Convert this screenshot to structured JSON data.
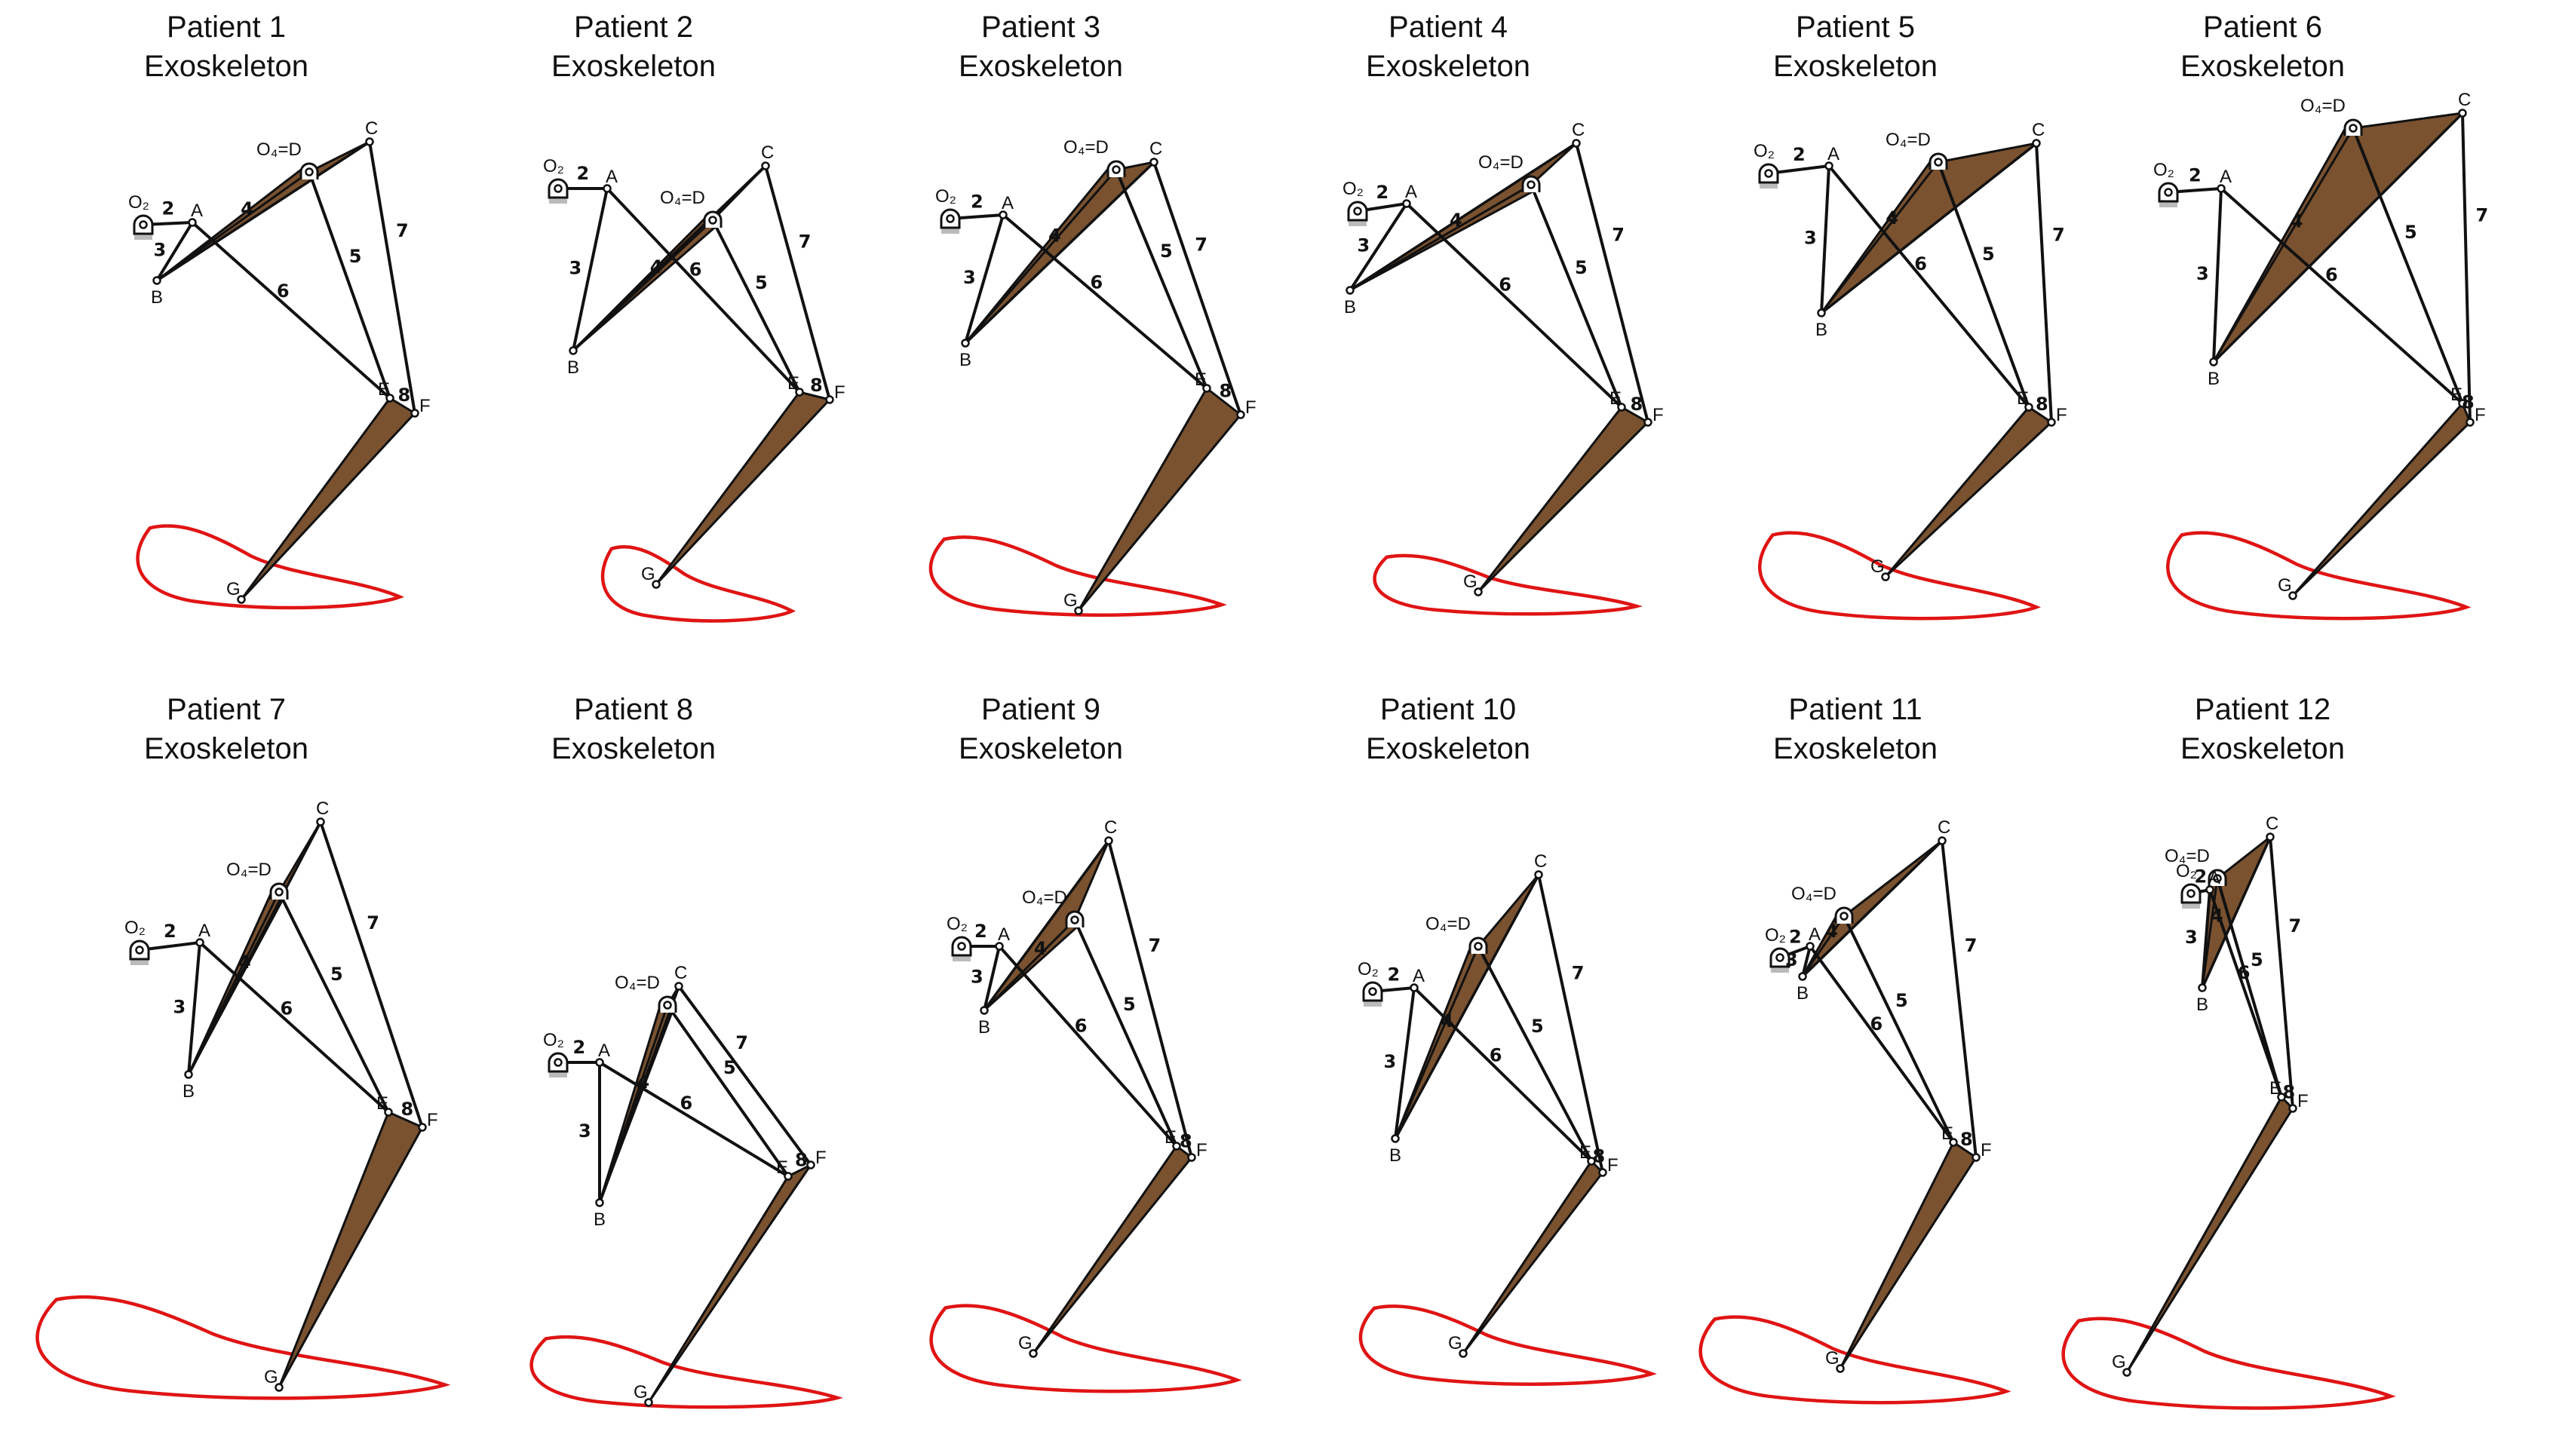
{
  "panels": [
    {
      "patient": "Patient 1",
      "kind": "Exoskeleton"
    },
    {
      "patient": "Patient 2",
      "kind": "Exoskeleton"
    },
    {
      "patient": "Patient 3",
      "kind": "Exoskeleton"
    },
    {
      "patient": "Patient 4",
      "kind": "Exoskeleton"
    },
    {
      "patient": "Patient 5",
      "kind": "Exoskeleton"
    },
    {
      "patient": "Patient 6",
      "kind": "Exoskeleton"
    },
    {
      "patient": "Patient 7",
      "kind": "Exoskeleton"
    },
    {
      "patient": "Patient 8",
      "kind": "Exoskeleton"
    },
    {
      "patient": "Patient 9",
      "kind": "Exoskeleton"
    },
    {
      "patient": "Patient 10",
      "kind": "Exoskeleton"
    },
    {
      "patient": "Patient 11",
      "kind": "Exoskeleton"
    },
    {
      "patient": "Patient 12",
      "kind": "Exoskeleton"
    }
  ],
  "joint_labels": {
    "o2": "O₂",
    "a": "A",
    "b": "B",
    "o4d": "O₄=D",
    "c": "C",
    "e": "E",
    "f": "F",
    "g": "G"
  },
  "link_labels": {
    "l2": "2",
    "l3": "3",
    "l4": "4",
    "l5": "5",
    "l6": "6",
    "l7": "7",
    "l8": "8"
  },
  "colors": {
    "link": "#7a5230",
    "trajectory": "#e01414",
    "bars": "#111111"
  }
}
